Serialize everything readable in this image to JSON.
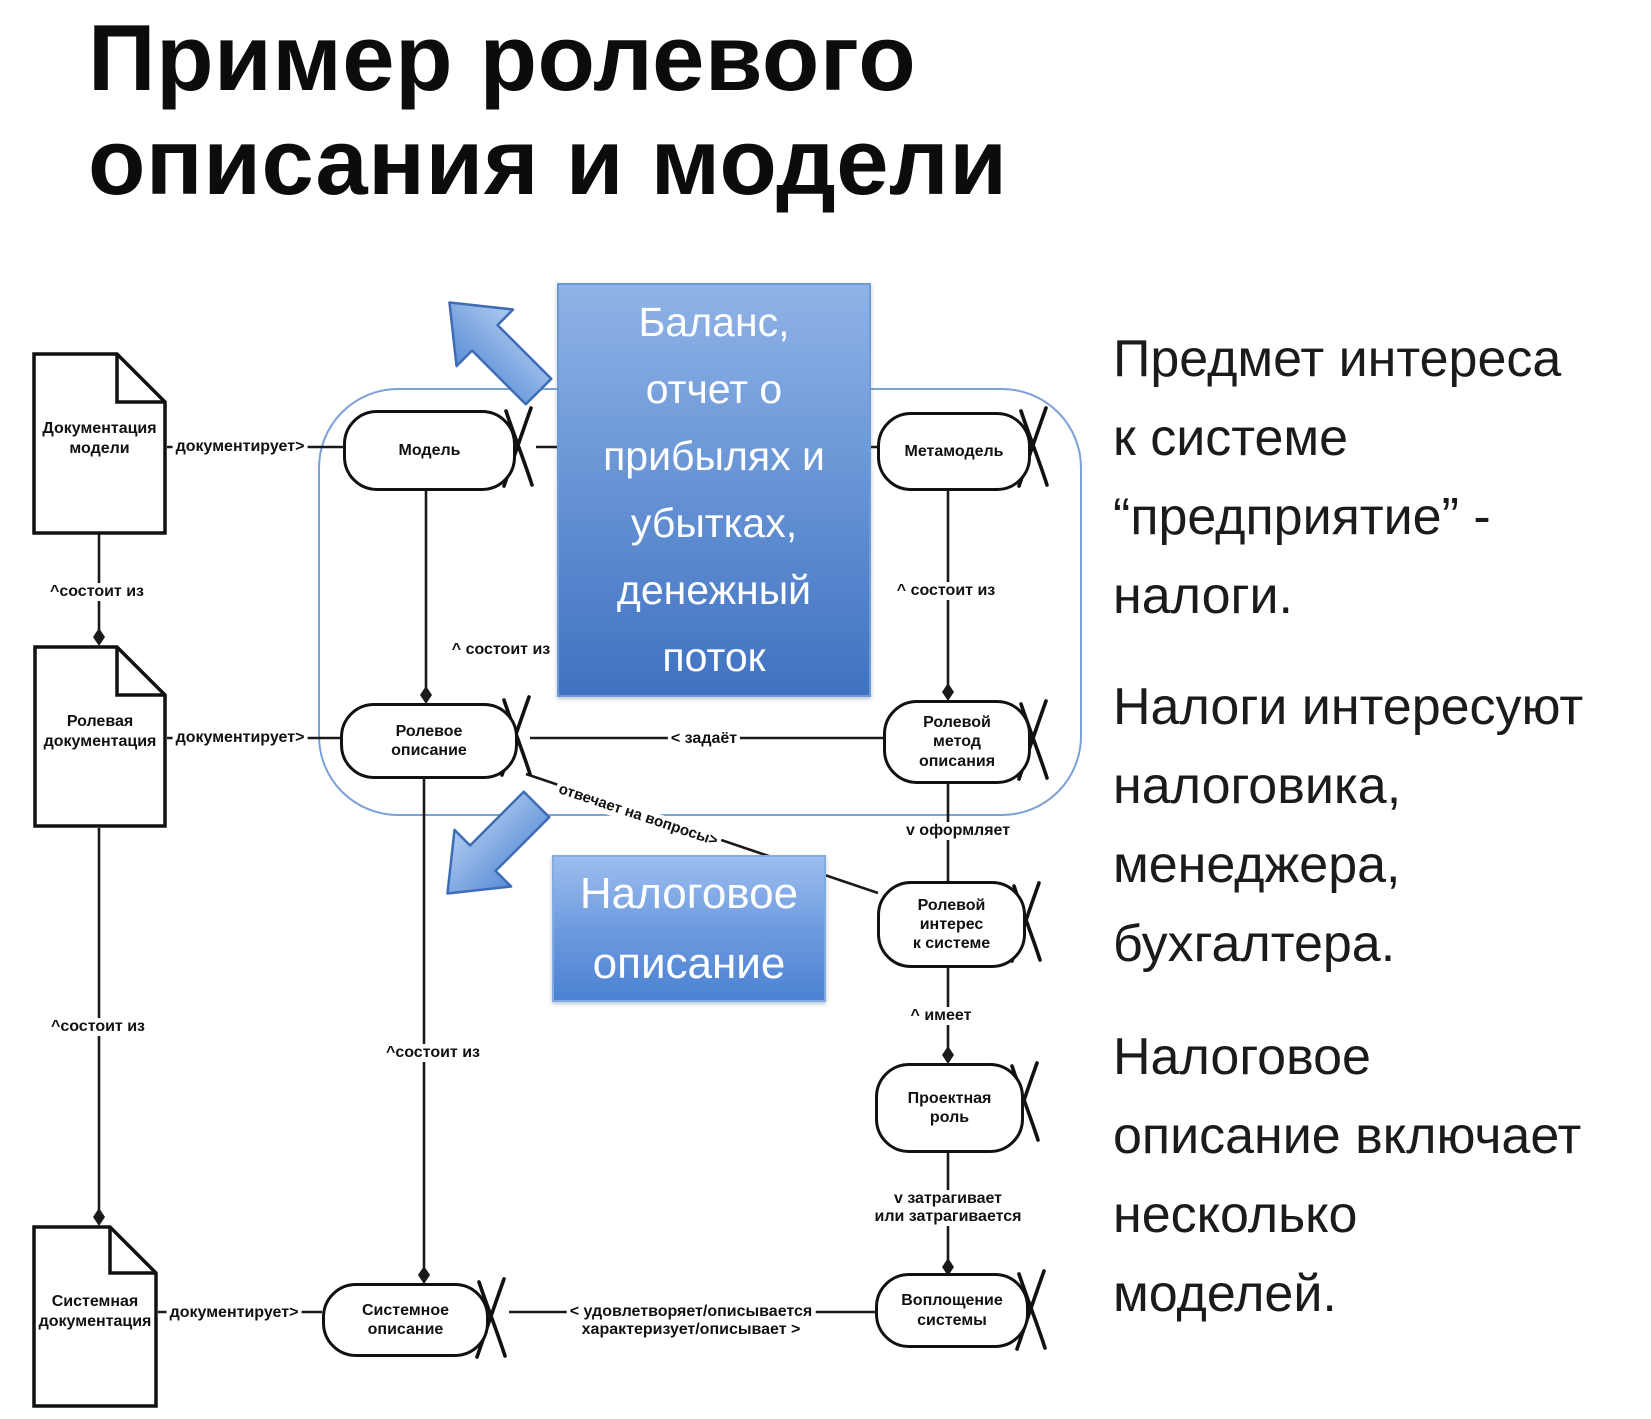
{
  "title": "Пример ролевого\nописания и модели",
  "nodes": {
    "doc_model": "Документация\nмодели",
    "doc_role": "Ролевая\nдокументация",
    "doc_system": "Системная\nдокументация",
    "model": "Модель",
    "role_description": "Ролевое\nописание",
    "system_description": "Системное\nописание",
    "metamodel": "Метамодель",
    "role_method": "Ролевой\nметод\nописания",
    "role_interest": "Ролевой\nинтерес\nк системе",
    "project_role": "Проектная\nроль",
    "system_embodiment": "Воплощение\nсистемы"
  },
  "edges": {
    "documents1": "документирует>",
    "documents2": "документирует>",
    "documents3": "документирует>",
    "consists_left1": "^состоит из",
    "consists_left2": "^состоит из",
    "consists_mid1": "^ состоит из",
    "consists_mid2": "^состоит из",
    "consists_right": "^ состоит из",
    "defines": "< задаёт",
    "answers": "отвечает на вопросы>",
    "formalizes": "v оформляет",
    "has": "^ имеет",
    "affects": "v затрагивает\nили затрагивается",
    "satisfies": "< удовлетворяет/описывается\nхарактеризует/описывает >"
  },
  "callouts": {
    "balance": "Баланс,\nотчет о\nприбылях и\nубытках,\nденежный\nпоток",
    "tax": "Налоговое\nописание"
  },
  "side_notes": [
    "Предмет интереса\nк системе\n“предприятие” -\nналоги.",
    "Налоги интересуют\nналоговика,\nменеджера,\nбухгалтера.",
    "Налоговое\nописание включает\nнесколько\nмоделей."
  ],
  "colors": {
    "callout_top": "#8FB3E6",
    "callout_bottom": "#3F72C1",
    "callout2_top": "#9CBEEE",
    "callout2_bottom": "#4C82D2",
    "arrow_fill_light": "#AECBF0",
    "arrow_fill_dark": "#5B8DD6",
    "arrow_border": "#3E6CB5",
    "container_border": "#7CA1D6",
    "line": "#1A1A1A"
  }
}
